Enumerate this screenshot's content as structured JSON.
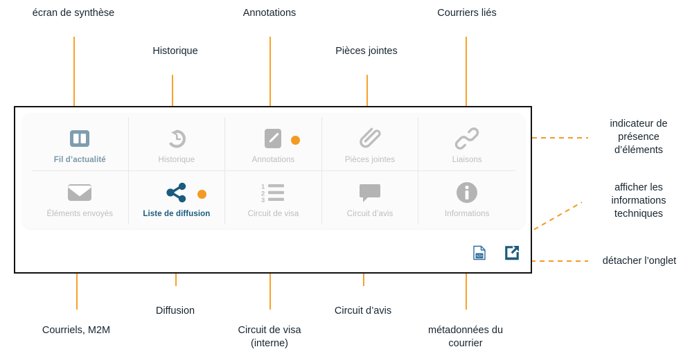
{
  "annotations": {
    "top": [
      {
        "id": "ecran-de-synthese",
        "text": "écran de synthèse"
      },
      {
        "id": "historique",
        "text": "Historique"
      },
      {
        "id": "annotations",
        "text": "Annotations"
      },
      {
        "id": "pieces-jointes",
        "text": "Pièces jointes"
      },
      {
        "id": "courriers-lies",
        "text": "Courriers liés"
      }
    ],
    "bottom": [
      {
        "id": "courriels-m2m",
        "text": "Courriels, M2M"
      },
      {
        "id": "diffusion",
        "text": "Diffusion"
      },
      {
        "id": "circuit-de-visa",
        "text": "Circuit de visa\n(interne)"
      },
      {
        "id": "circuit-davis",
        "text": "Circuit d’avis"
      },
      {
        "id": "metadonnees",
        "text": "métadonnées du\ncourrier"
      }
    ],
    "right": [
      {
        "id": "indicateur",
        "text": "indicateur de\nprésence\nd’éléments"
      },
      {
        "id": "infos-techniques",
        "text": "afficher les\ninformations\ntechniques"
      },
      {
        "id": "detacher",
        "text": "détacher l’onglet"
      }
    ]
  },
  "panel": {
    "tabs": [
      {
        "label": "Fil d’actualité",
        "icon": "news-feed-icon",
        "state": "active",
        "badge": false
      },
      {
        "label": "Historique",
        "icon": "history-icon",
        "state": "idle",
        "badge": false
      },
      {
        "label": "Annotations",
        "icon": "pencil-icon",
        "state": "idle",
        "badge": true
      },
      {
        "label": "Pièces jointes",
        "icon": "paperclip-icon",
        "state": "idle",
        "badge": false
      },
      {
        "label": "Liaisons",
        "icon": "link-icon",
        "state": "idle",
        "badge": false
      },
      {
        "label": "Éléments envoyés",
        "icon": "envelope-icon",
        "state": "idle",
        "badge": false
      },
      {
        "label": "Liste de diffusion",
        "icon": "share-nodes-icon",
        "state": "active-blue",
        "badge": true
      },
      {
        "label": "Circuit de visa",
        "icon": "numbered-list-icon",
        "state": "idle",
        "badge": false
      },
      {
        "label": "Circuit d’avis",
        "icon": "speech-bubble-icon",
        "state": "idle",
        "badge": false
      },
      {
        "label": "Informations",
        "icon": "info-circle-icon",
        "state": "idle",
        "badge": false
      }
    ],
    "actions": [
      {
        "id": "technical-info",
        "icon": "document-code-icon"
      },
      {
        "id": "detach-tab",
        "icon": "external-link-icon"
      }
    ]
  },
  "colors": {
    "accent_orange": "#f49a23",
    "leader_orange": "#f8a12a",
    "active_blue": "#1b5b7e",
    "active_slate": "#7c98a8",
    "icon_gray": "#bdbdbd",
    "text_dark": "#16242f"
  }
}
